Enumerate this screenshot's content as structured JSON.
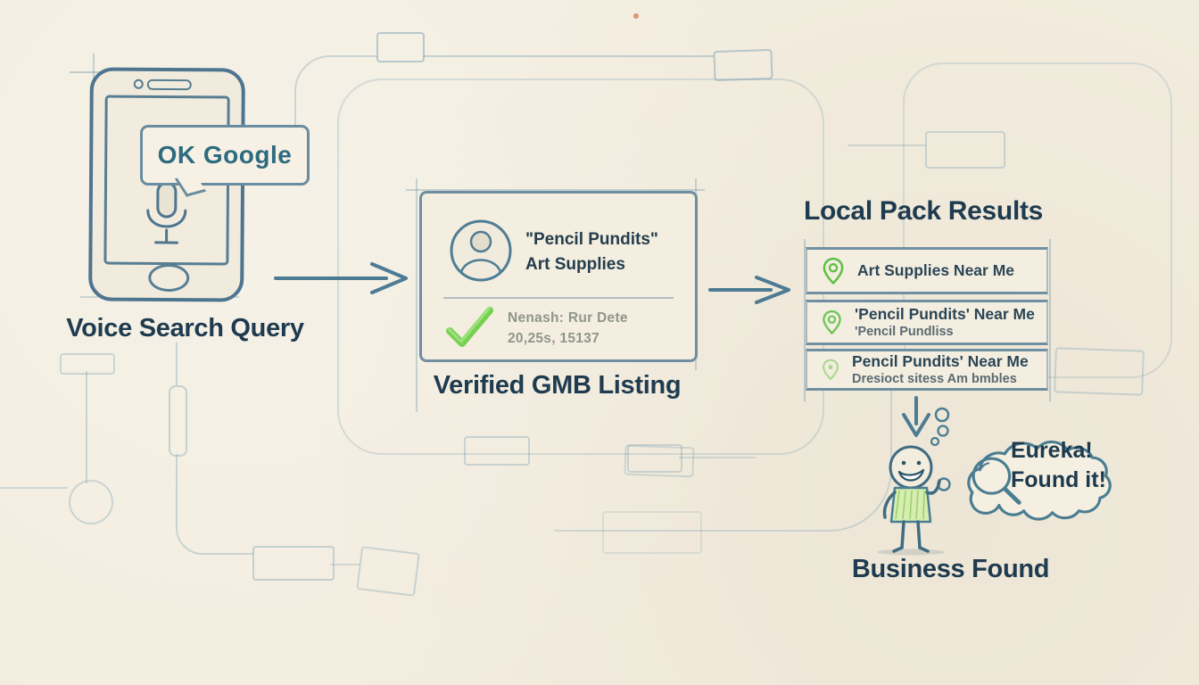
{
  "colors": {
    "paper": "#f3eddf",
    "ink_navy": "#1e3b4f",
    "sketch_teal": "#4a7d92",
    "accent_teal_text": "#2d6b80",
    "success_green": "#72c94e",
    "muted_gray_text": "#90958a"
  },
  "icons": {
    "microphone": "mic-icon",
    "avatar": "avatar-icon",
    "verified_check": "check-icon",
    "location_pin": "location-pin-icon",
    "magnifier": "magnifier-icon",
    "arrow_right": "arrow-right-icon",
    "arrow_down": "arrow-down-icon"
  },
  "voice_search": {
    "bubble_text": "OK Google",
    "label": "Voice Search Query"
  },
  "gmb": {
    "name_line1": "\"Pencil Pundits\"",
    "name_line2": "Art Supplies",
    "detail_line1": "Nenash: Rur Dete",
    "detail_line2": "20,25s, 15137",
    "label": "Verified GMB Listing"
  },
  "local_pack": {
    "title": "Local Pack Results",
    "results": [
      {
        "line1": "Art Supplies Near Me",
        "line2": ""
      },
      {
        "line1": "'Pencil Pundits' Near Me",
        "line2": "'Pencil Pundliss"
      },
      {
        "line1": "Pencil Pundits' Near Me",
        "line2": "Dresioct sitess Am bmbles"
      }
    ]
  },
  "outcome": {
    "thought_line1": "Eureka!",
    "thought_line2": "Found it!",
    "label": "Business Found"
  }
}
